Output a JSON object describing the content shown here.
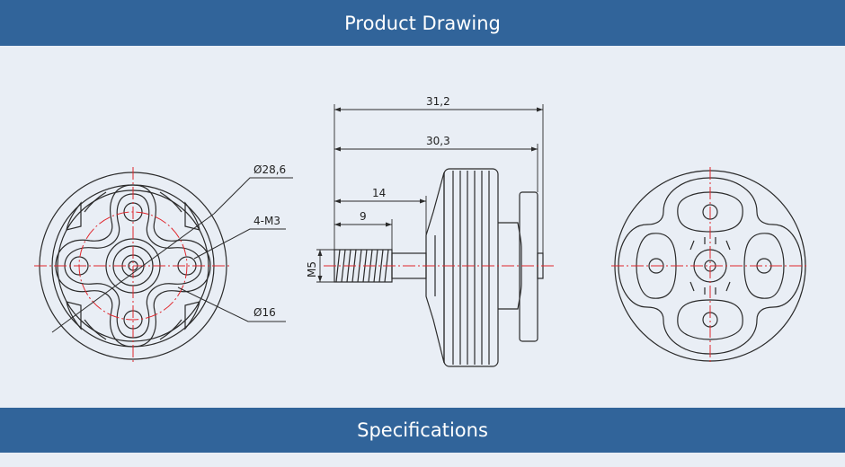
{
  "header": {
    "title": "Product Drawing"
  },
  "footer": {
    "title": "Specifications"
  },
  "drawing": {
    "dimensions": {
      "outer_diameter": "Ø28,6",
      "mount_holes": "4-M3",
      "hole_circle": "Ø16",
      "overall_length": "31,2",
      "body_length": "30,3",
      "shaft_length": "14",
      "thread_length": "9",
      "thread": "M5"
    }
  },
  "colors": {
    "banner": "#31649a",
    "background": "#e9eef5",
    "centerline": "#e0252b",
    "line": "#2b2b2b"
  }
}
